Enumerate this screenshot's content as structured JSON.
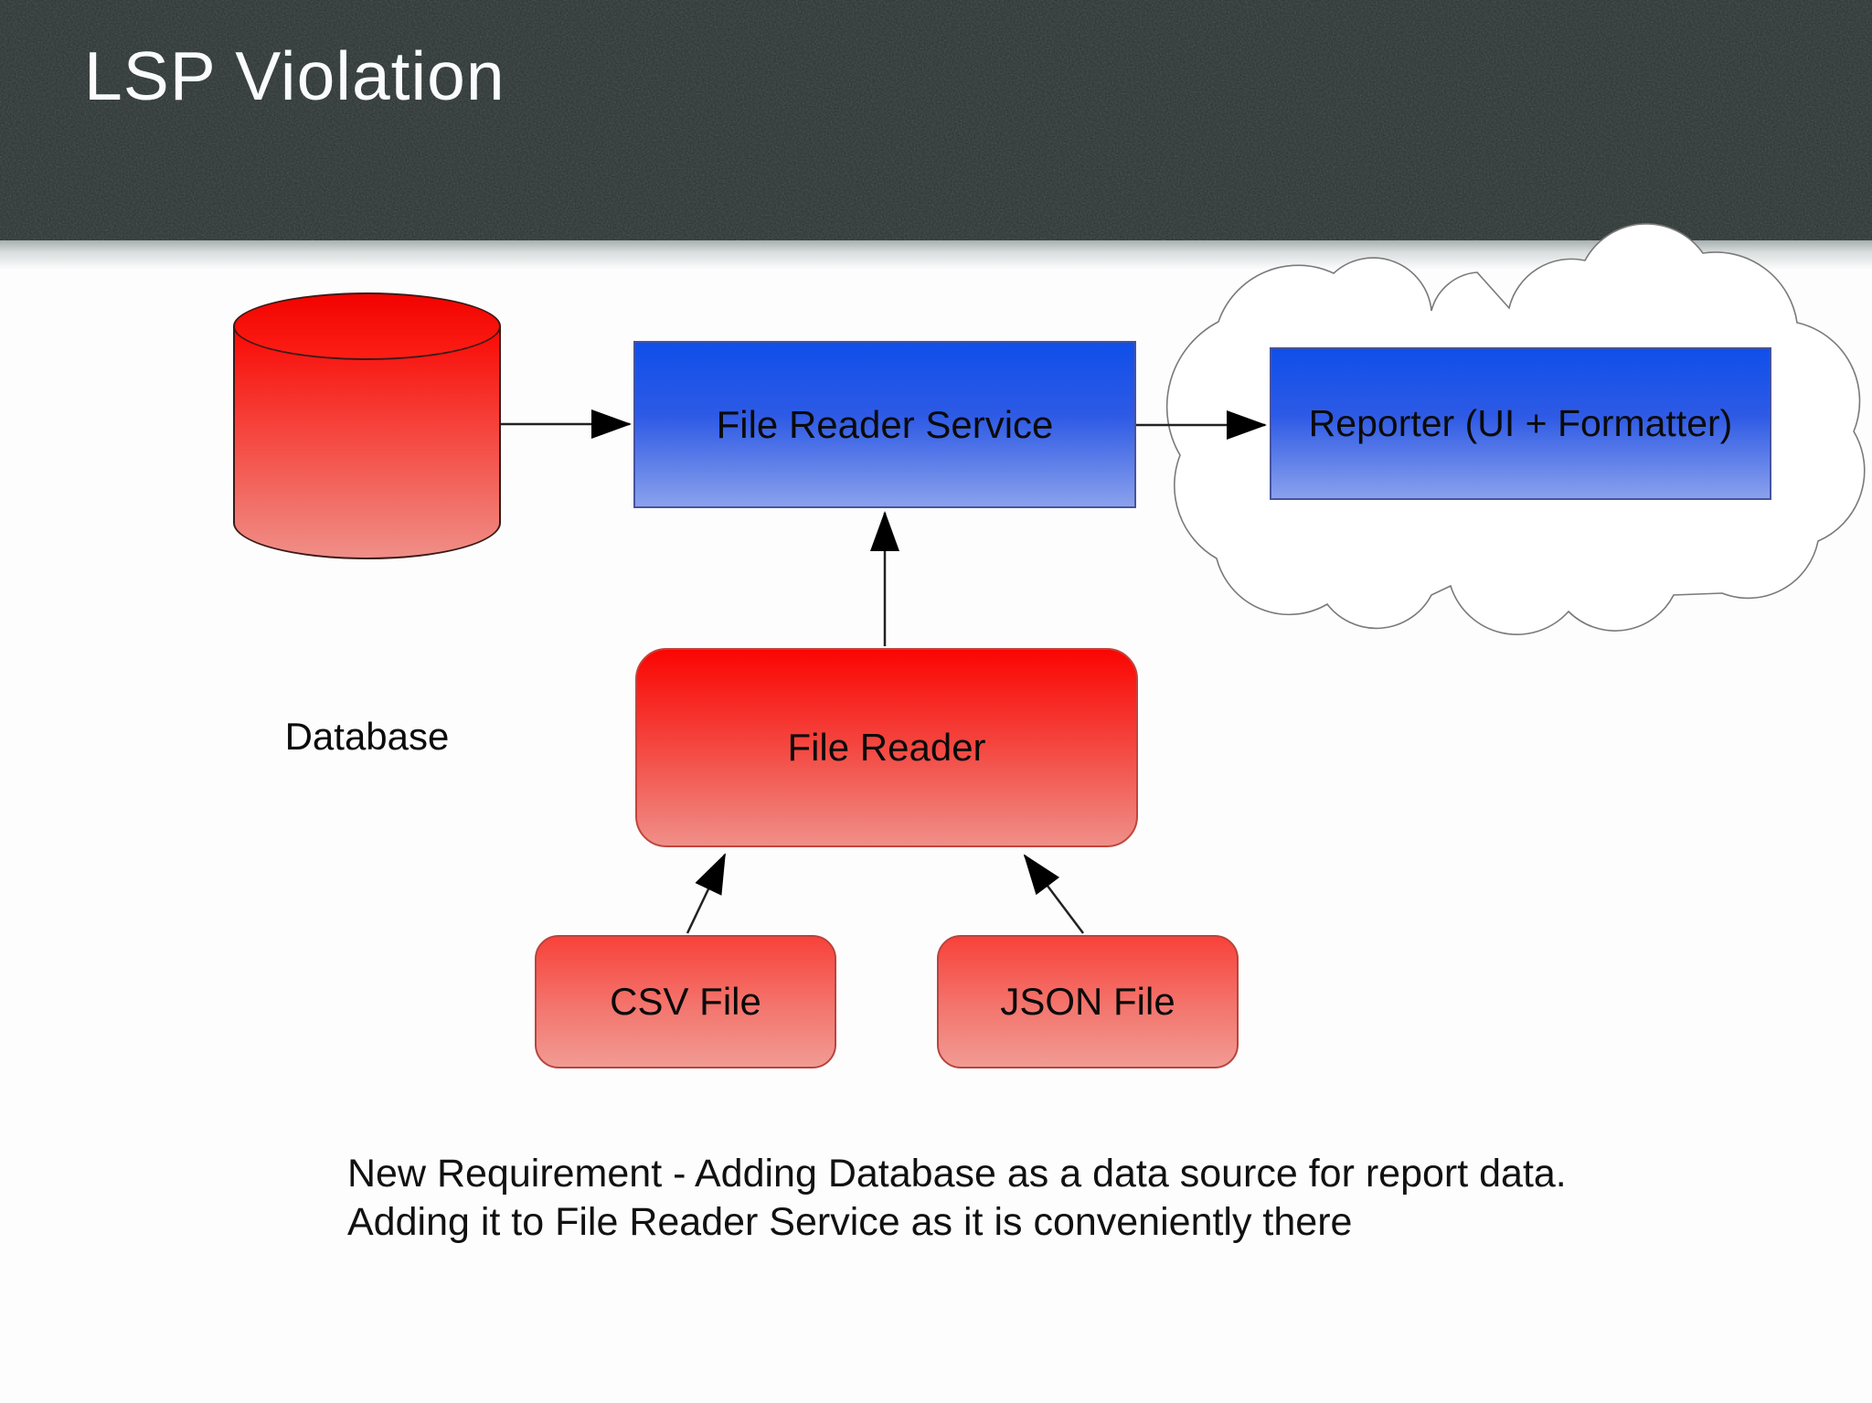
{
  "slide": {
    "title": "LSP Violation",
    "note_line1": "New Requirement - Adding Database as a data source for report data.",
    "note_line2": "Adding it to File Reader Service as it is conveniently there"
  },
  "diagram": {
    "nodes": [
      {
        "id": "database",
        "label": "Database",
        "shape": "cylinder",
        "fill_top": "#fa0703",
        "fill_bottom": "#ef8f88"
      },
      {
        "id": "file_reader_service",
        "label": "File Reader Service",
        "shape": "rectangle",
        "fill_top": "#0f4fe9",
        "fill_bottom": "#8aa1ec"
      },
      {
        "id": "reporter",
        "label": "Reporter (UI + Formatter)",
        "shape": "rectangle_in_cloud",
        "fill_top": "#0f4fe9",
        "fill_bottom": "#8aa1ec"
      },
      {
        "id": "file_reader",
        "label": "File Reader",
        "shape": "rounded_rectangle",
        "fill_top": "#fb0502",
        "fill_bottom": "#ef8f88"
      },
      {
        "id": "csv_file",
        "label": "CSV File",
        "shape": "rounded_rectangle",
        "fill_top": "#f8423a",
        "fill_bottom": "#f19b93"
      },
      {
        "id": "json_file",
        "label": "JSON File",
        "shape": "rounded_rectangle",
        "fill_top": "#f8423a",
        "fill_bottom": "#f19b93"
      }
    ],
    "edges": [
      {
        "from": "Database",
        "to": "File Reader Service"
      },
      {
        "from": "File Reader Service",
        "to": "Reporter (UI + Formatter)"
      },
      {
        "from": "File Reader",
        "to": "File Reader Service"
      },
      {
        "from": "CSV File",
        "to": "File Reader"
      },
      {
        "from": "JSON File",
        "to": "File Reader"
      }
    ]
  },
  "colors": {
    "header_bg": "#2b3333",
    "title": "#fafcfc",
    "arrow": "#000000",
    "cloud_stroke": "#7a7a7a"
  }
}
